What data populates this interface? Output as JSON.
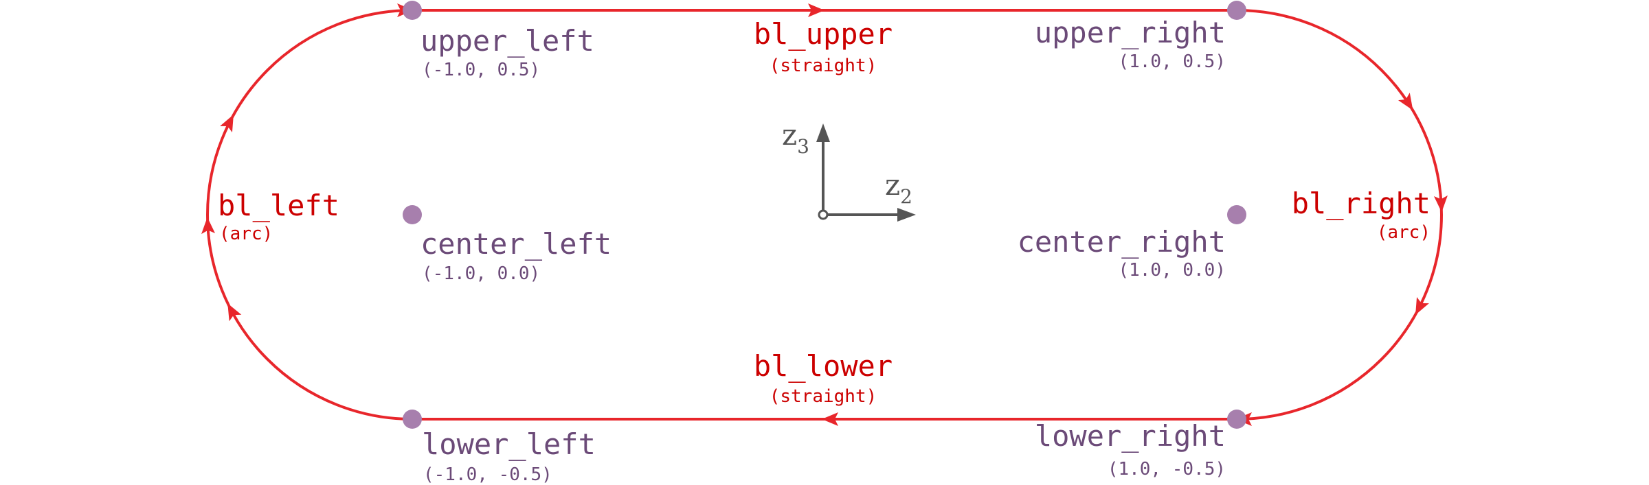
{
  "colors": {
    "boundary": "#e8262b",
    "boundary_label": "#cc0000",
    "point_label": "#6b4a78",
    "point_dot": "#a77fad",
    "axis": "#555555"
  },
  "points": {
    "upper_left": {
      "name": "upper_left",
      "coords": "(-1.0, 0.5)"
    },
    "upper_right": {
      "name": "upper_right",
      "coords": "(1.0, 0.5)"
    },
    "center_left": {
      "name": "center_left",
      "coords": "(-1.0, 0.0)"
    },
    "center_right": {
      "name": "center_right",
      "coords": "(1.0, 0.0)"
    },
    "lower_left": {
      "name": "lower_left",
      "coords": "(-1.0, -0.5)"
    },
    "lower_right": {
      "name": "lower_right",
      "coords": "(1.0, -0.5)"
    }
  },
  "boundaries": {
    "upper": {
      "name": "bl_upper",
      "kind": "(straight)"
    },
    "lower": {
      "name": "bl_lower",
      "kind": "(straight)"
    },
    "left": {
      "name": "bl_left",
      "kind": "(arc)"
    },
    "right": {
      "name": "bl_right",
      "kind": "(arc)"
    }
  },
  "axes": {
    "horizontal": {
      "base": "z",
      "sub": "2"
    },
    "vertical": {
      "base": "z",
      "sub": "3"
    }
  }
}
